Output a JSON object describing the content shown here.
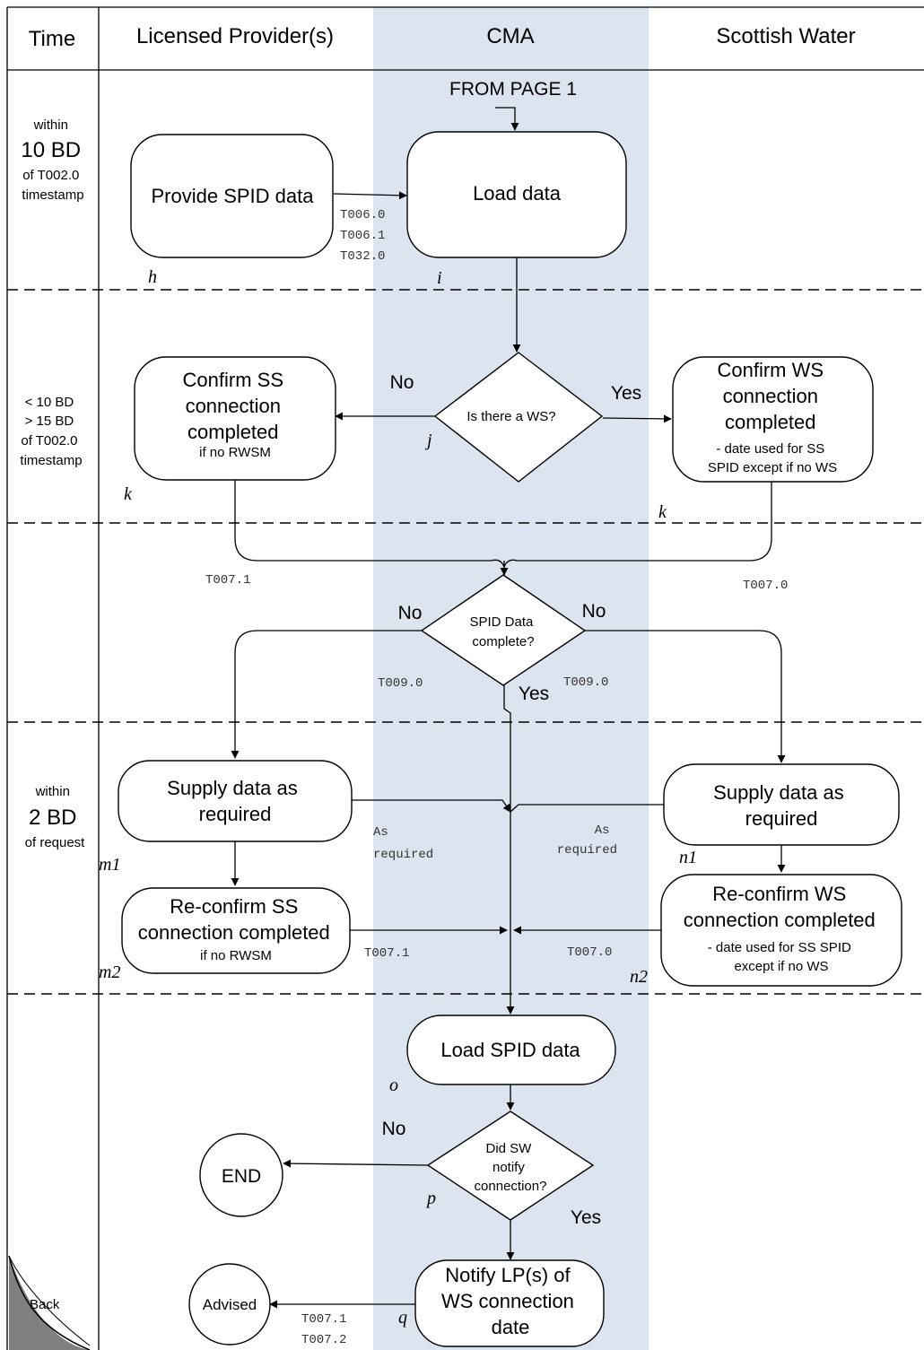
{
  "colors": {
    "cma_lane": "#dce4ef",
    "page_background": "#ffffff",
    "back_text": "#0000cc",
    "page_curl": "#808080"
  },
  "headers": {
    "time": "Time",
    "lp": "Licensed Provider(s)",
    "cma": "CMA",
    "sw": "Scottish Water"
  },
  "time_labels": {
    "row1": [
      "within",
      "10 BD",
      "of T002.0",
      "timestamp"
    ],
    "row2": [
      "< 10 BD",
      "> 15 BD",
      "of T002.0",
      "timestamp"
    ],
    "row3": [
      "within",
      "2 BD",
      "of request"
    ]
  },
  "from_page": "FROM PAGE 1",
  "nodes": {
    "provide_spid": [
      "Provide SPID data"
    ],
    "load_data": [
      "Load data"
    ],
    "confirm_ss": [
      "Confirm SS",
      "connection",
      "completed",
      "if no RWSM"
    ],
    "is_ws": [
      "Is there a WS?"
    ],
    "confirm_ws": [
      "Confirm WS",
      "connection",
      "completed",
      "- date used for SS",
      "SPID except if no WS"
    ],
    "spid_complete": [
      "SPID Data",
      "complete?"
    ],
    "supply_lp": [
      "Supply data as",
      "required"
    ],
    "supply_sw": [
      "Supply data as",
      "required"
    ],
    "reconfirm_ss": [
      "Re-confirm SS",
      "connection completed",
      "if no RWSM"
    ],
    "reconfirm_ws": [
      "Re-confirm WS",
      "connection completed",
      "- date used for SS SPID",
      "except if no WS"
    ],
    "load_spid": [
      "Load SPID data"
    ],
    "did_sw": [
      "Did SW",
      "notify",
      "connection?"
    ],
    "end": [
      "END"
    ],
    "notify_lp": [
      "Notify LP(s) of",
      "WS connection",
      "date"
    ],
    "advised": [
      "Advised"
    ]
  },
  "step_labels": {
    "h": "h",
    "i": "i",
    "j": "j",
    "k_left": "k",
    "k_right": "k",
    "m1": "m1",
    "m2": "m2",
    "n1": "n1",
    "n2": "n2",
    "o": "o",
    "p": "p",
    "q": "q"
  },
  "edge_labels": {
    "no_ws": "No",
    "yes_ws": "Yes",
    "no_left": "No",
    "no_right": "No",
    "yes_complete": "Yes",
    "no_notify": "No",
    "yes_notify": "Yes"
  },
  "codes": {
    "provide": [
      "T006.0",
      "T006.1",
      "T032.0"
    ],
    "t0071": "T007.1",
    "t0070": "T007.0",
    "t0090_left": "T009.0",
    "t0090_right": "T009.0",
    "as_required_left": [
      "As",
      "required"
    ],
    "as_required_right": [
      "As",
      "required"
    ],
    "re_t0071": "T007.1",
    "re_t0070": "T007.0",
    "advised": [
      "T007.1",
      "T007.2"
    ]
  },
  "back": "Back"
}
